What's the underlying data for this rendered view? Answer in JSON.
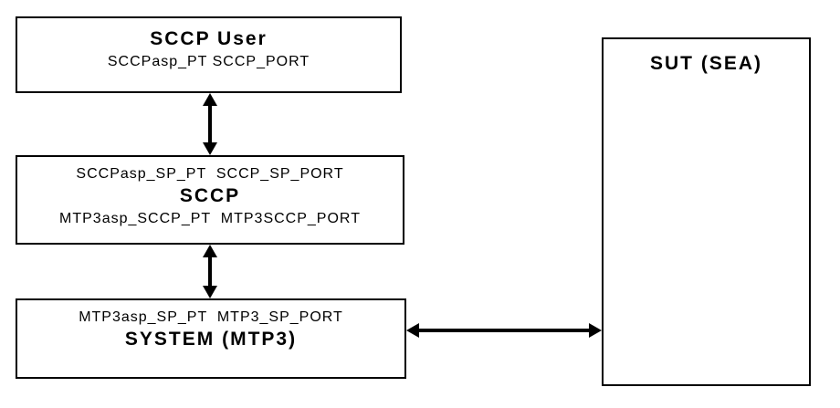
{
  "diagram": {
    "bg_color": "#ffffff",
    "stroke_color": "#000000",
    "boxes": {
      "sccp_user": {
        "title": "SCCP User",
        "ports": "SCCPasp_PT SCCP_PORT"
      },
      "sccp": {
        "upper_ports": "SCCPasp_SP_PT  SCCP_SP_PORT",
        "title": "SCCP",
        "lower_ports": "MTP3asp_SCCP_PT  MTP3SCCP_PORT"
      },
      "system_mtp3": {
        "upper_ports": "MTP3asp_SP_PT  MTP3_SP_PORT",
        "title": "SYSTEM (MTP3)"
      },
      "sut": {
        "title": "SUT (SEA)"
      }
    },
    "connections": [
      {
        "from": "SCCP User",
        "to": "SCCP",
        "style": "bidirectional-arrow"
      },
      {
        "from": "SCCP",
        "to": "SYSTEM (MTP3)",
        "style": "bidirectional-arrow"
      },
      {
        "from": "SYSTEM (MTP3)",
        "to": "SUT (SEA)",
        "style": "bidirectional-arrow"
      }
    ]
  }
}
